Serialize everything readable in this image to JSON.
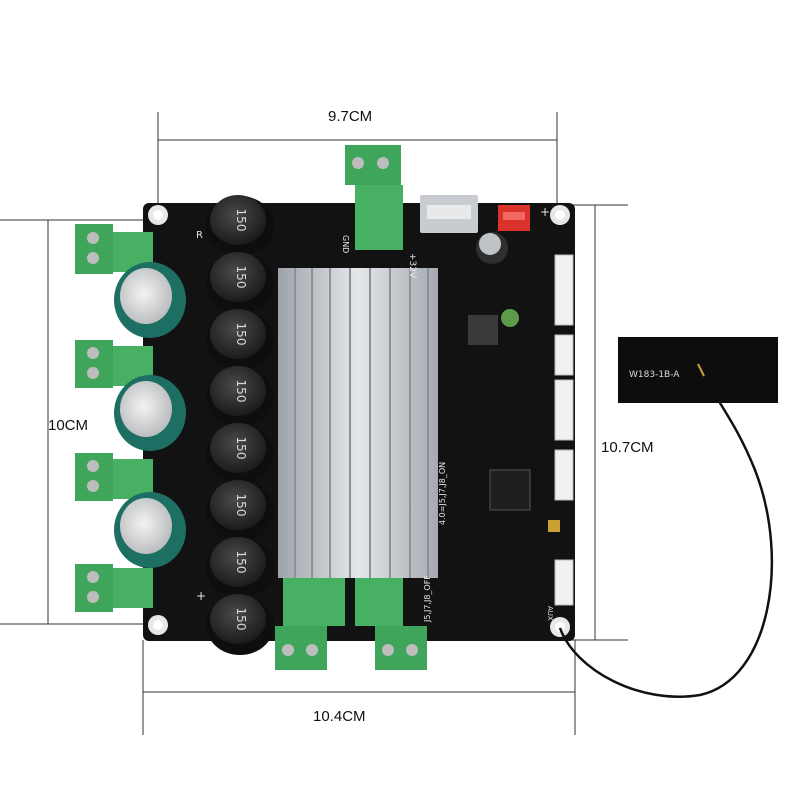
{
  "dimensions": {
    "width_top": "9.7CM",
    "height_left": "10CM",
    "height_right": "10.7CM",
    "width_bottom": "10.4CM"
  },
  "antenna": {
    "model": "W183-1B-A"
  },
  "board": {
    "capacitor_code": "150",
    "capacitor_count": 8,
    "colors": {
      "pcb": "#121212",
      "terminal_green": "#3fa55a",
      "heatsink": "#c9cdd2",
      "electrolytic_cap": "#1e6f63",
      "jst_red": "#d9332b"
    },
    "silkscreen": {
      "power_voltage": "+32V",
      "ground": "GND",
      "jumper_on": "4.0=J5,J7,J8_ON",
      "jumper_off": "J5,J7,J8_OFF",
      "r_label": "R",
      "plus_label": "+",
      "aux_label": "AUX"
    }
  }
}
